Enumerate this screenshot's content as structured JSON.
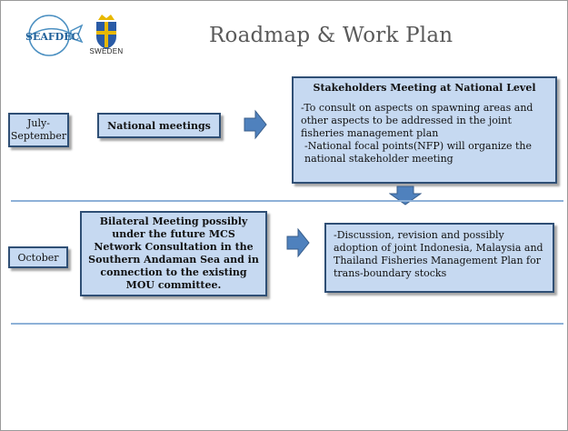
{
  "slide": {
    "title": "Roadmap & Work Plan",
    "logos": {
      "seafdec": "SEAFDEC",
      "sweden": "SWEDEN"
    }
  },
  "row1": {
    "period": "July-\nSeptember",
    "activity": "National meetings",
    "detail_title": "Stakeholders Meeting at National Level",
    "detail_lines": [
      "-To consult on aspects on spawning areas and other aspects to be addressed in the joint fisheries management plan",
      "-National focal points(NFP) will organize the national stakeholder meeting"
    ]
  },
  "row2": {
    "period": "October",
    "activity": "Bilateral Meeting possibly under the future MCS Network Consultation in the  Southern Andaman Sea and in connection to the existing MOU committee.",
    "detail_lines": [
      "-Discussion, revision and possibly adoption of joint Indonesia, Malaysia and Thailand Fisheries Management Plan for trans-boundary stocks"
    ]
  },
  "colors": {
    "box_fill": "#c6d9f1",
    "box_border": "#2f4f75",
    "arrow": "#4f81bd",
    "divider": "#8eb1d8"
  },
  "icons": [
    "fish-logo-icon",
    "crown-shield-icon",
    "right-arrow-icon",
    "down-arrow-icon"
  ]
}
